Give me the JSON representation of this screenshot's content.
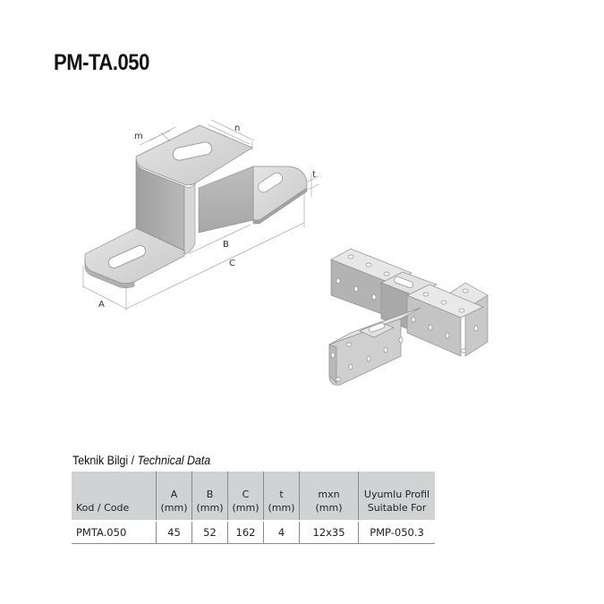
{
  "header": {
    "title": "PM-TA.050"
  },
  "drawing": {
    "dimension_labels": {
      "m": "m",
      "n": "n",
      "t": "t",
      "A": "A",
      "B": "B",
      "C": "C"
    },
    "views": [
      "bracket-dimension-drawing",
      "profile-assembly-illustration"
    ]
  },
  "technical_data": {
    "title_tr": "Teknik Bilgi",
    "separator": " / ",
    "title_en": "Technical Data",
    "columns": [
      {
        "line1": "",
        "line2": "Kod / Code"
      },
      {
        "line1": "A",
        "line2": "(mm)"
      },
      {
        "line1": "B",
        "line2": "(mm)"
      },
      {
        "line1": "C",
        "line2": "(mm)"
      },
      {
        "line1": "t",
        "line2": "(mm)"
      },
      {
        "line1": "mxn",
        "line2": "(mm)"
      },
      {
        "line1": "Uyumlu Profil",
        "line2": "Suitable For"
      }
    ],
    "rows": [
      [
        "PMTA.050",
        "45",
        "52",
        "162",
        "4",
        "12x35",
        "PMP-050.3"
      ]
    ]
  }
}
